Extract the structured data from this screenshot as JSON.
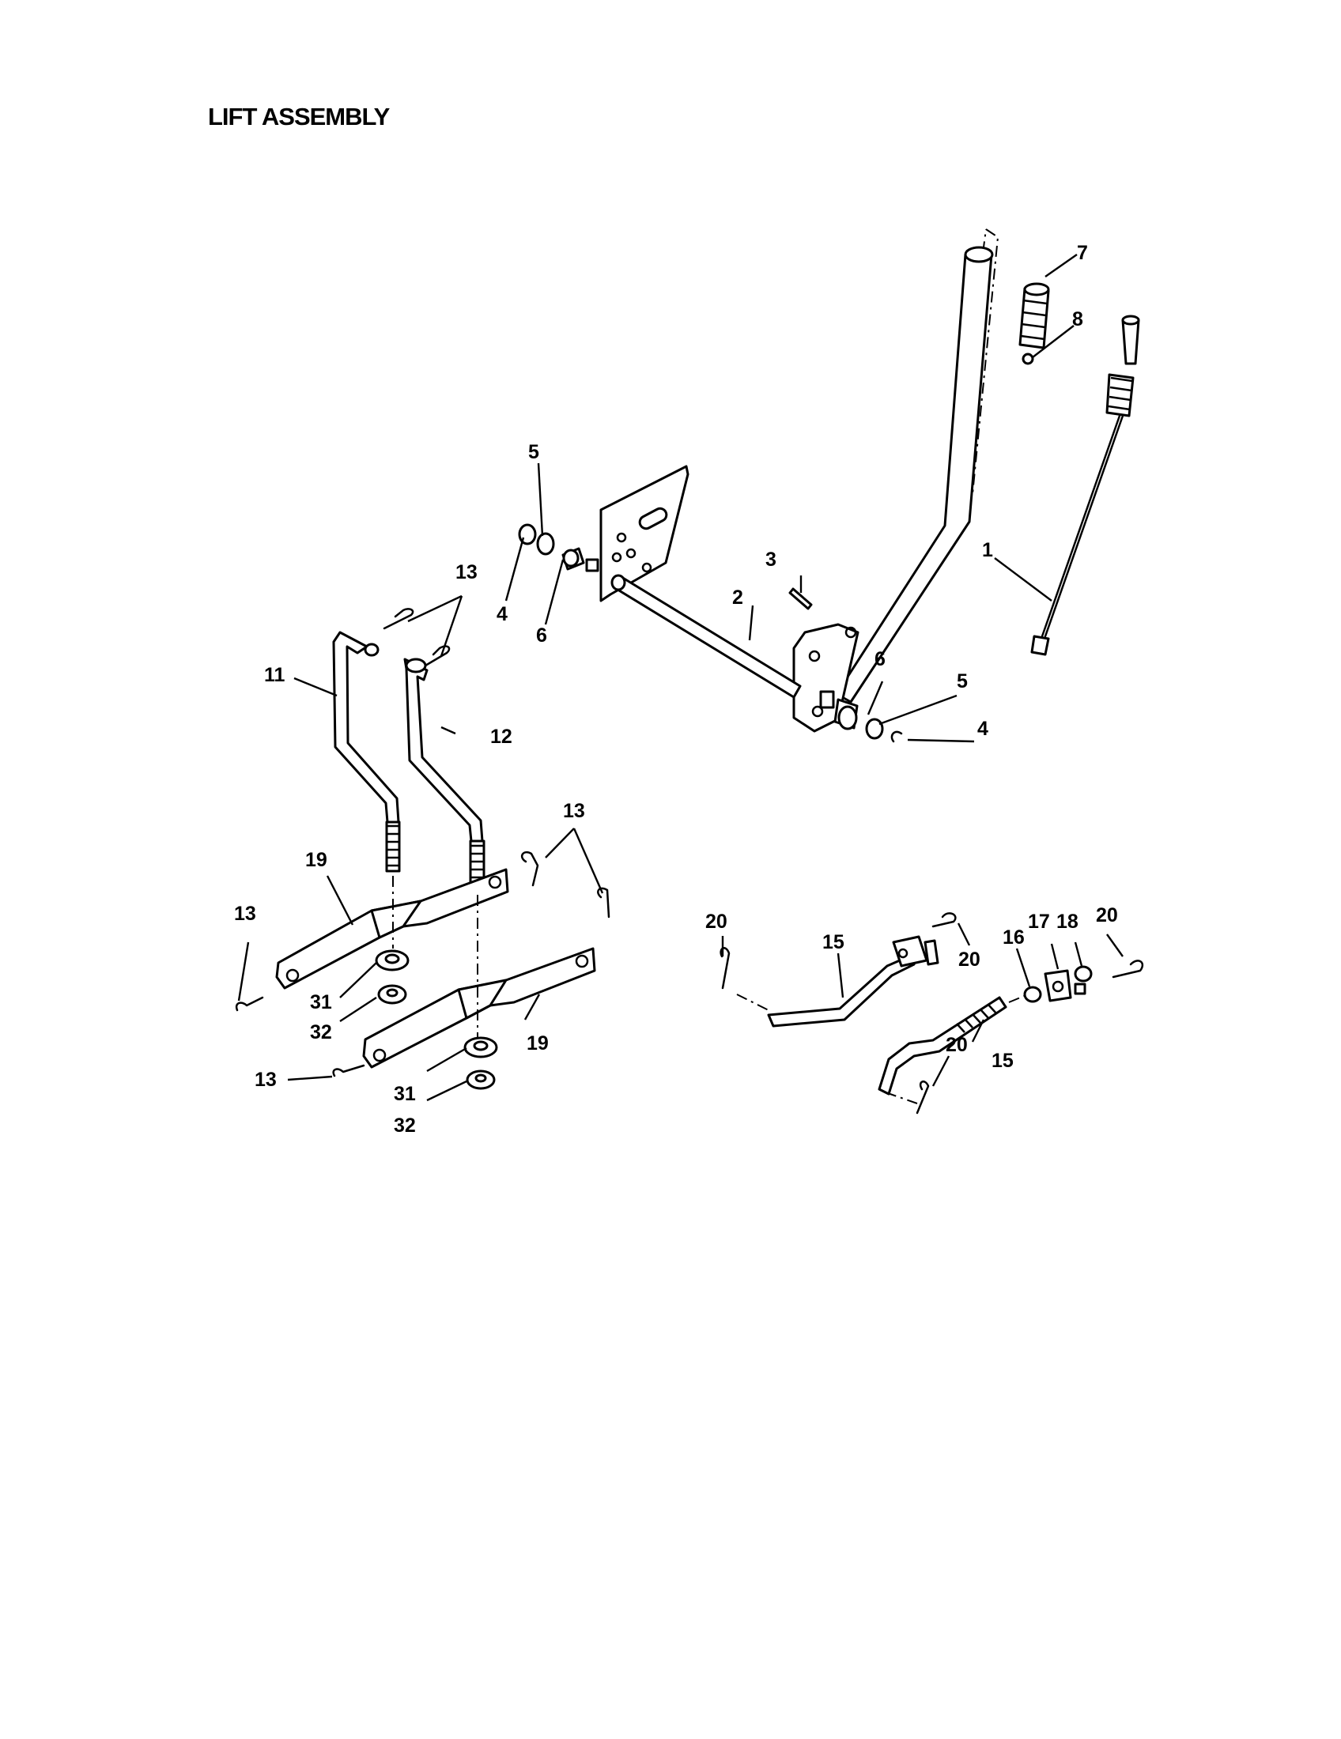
{
  "title": "LIFT ASSEMBLY",
  "callouts": {
    "c1": "1",
    "c2": "2",
    "c3": "3",
    "c4a": "4",
    "c4b": "4",
    "c5a": "5",
    "c5b": "5",
    "c6a": "6",
    "c6b": "6",
    "c7": "7",
    "c8": "8",
    "c11": "11",
    "c12": "12",
    "c13a": "13",
    "c13b": "13",
    "c13c": "13",
    "c13d": "13",
    "c15a": "15",
    "c15b": "15",
    "c16": "16",
    "c17": "17",
    "c18": "18",
    "c19a": "19",
    "c19b": "19",
    "c20a": "20",
    "c20b": "20",
    "c20c": "20",
    "c20d": "20",
    "c31a": "31",
    "c31b": "31",
    "c32a": "32",
    "c32b": "32"
  },
  "icons": {
    "lift_handle": "lift-handle-icon",
    "handle_grip": "handle-grip-icon",
    "lift_rod": "lift-rod-icon",
    "lift_shaft": "lift-shaft-icon",
    "mounting_bracket": "mounting-bracket-icon",
    "lift_link": "lift-link-icon",
    "lift_arm": "lift-arm-icon",
    "adjustment_rod": "adjustment-rod-icon",
    "hairpin_clip": "hairpin-clip-icon"
  }
}
